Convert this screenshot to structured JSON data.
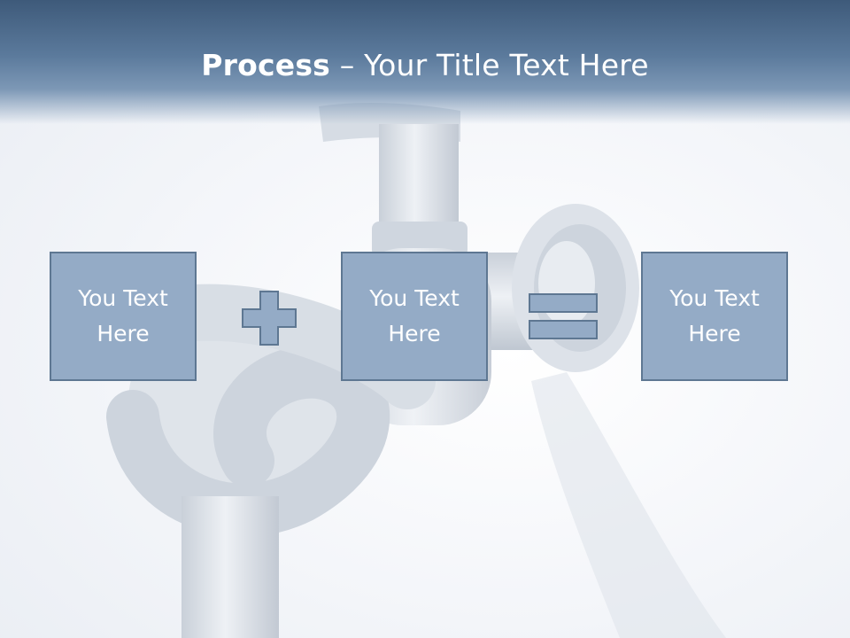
{
  "slide": {
    "title_bold": "Process",
    "title_rest": " – Your Title Text Here",
    "boxes": [
      {
        "text": "You Text Here"
      },
      {
        "text": "You Text Here"
      },
      {
        "text": "You Text Here"
      }
    ],
    "operators": [
      "plus-icon",
      "equals-icon"
    ],
    "colors": {
      "header": "#4d6a8c",
      "box_fill": "#94abc6",
      "box_border": "#5e7792",
      "text": "#ffffff"
    }
  }
}
